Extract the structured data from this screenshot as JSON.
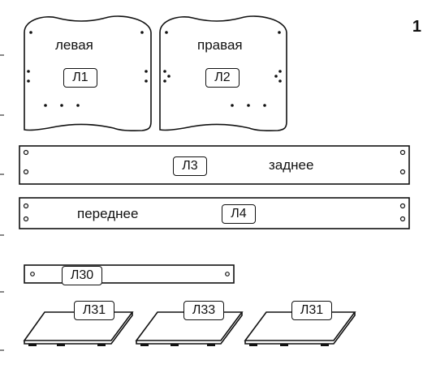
{
  "page_number": "1",
  "parts": {
    "left_side": {
      "text": "левая",
      "tag": "Л1"
    },
    "right_side": {
      "text": "правая",
      "tag": "Л2"
    },
    "back_panel": {
      "tag": "Л3",
      "text": "заднее"
    },
    "front_panel": {
      "text": "переднее",
      "tag": "Л4"
    },
    "bar": {
      "tag": "Л30"
    },
    "shelf_left": {
      "tag": "Л31"
    },
    "shelf_middle": {
      "tag": "Л33"
    },
    "shelf_right": {
      "tag": "Л31"
    }
  }
}
